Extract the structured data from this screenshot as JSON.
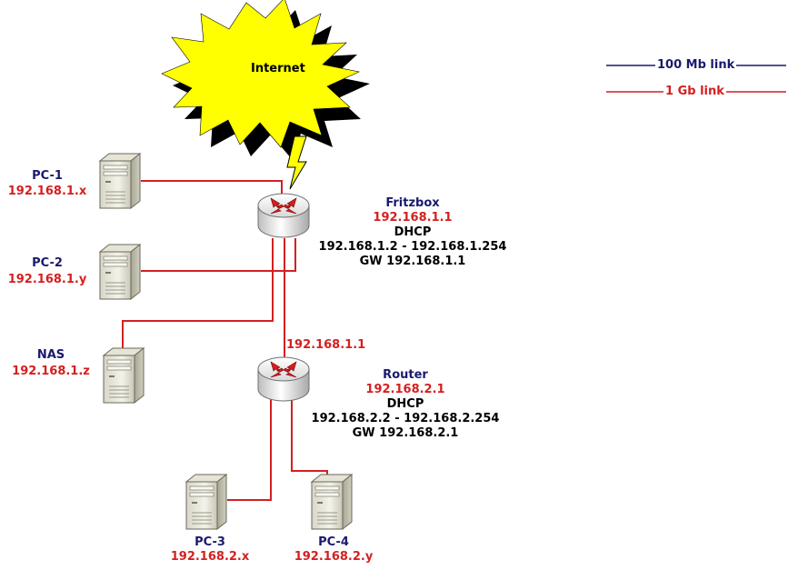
{
  "internet": {
    "label": "Internet"
  },
  "legend": [
    {
      "label": "100 Mb link",
      "color": "#1a1a6e"
    },
    {
      "label": "1 Gb link",
      "color": "#d42020"
    }
  ],
  "devices": {
    "pc1": {
      "name": "PC-1",
      "ip": "192.168.1.x"
    },
    "pc2": {
      "name": "PC-2",
      "ip": "192.168.1.y"
    },
    "nas": {
      "name": "NAS",
      "ip": "192.168.1.z"
    },
    "pc3": {
      "name": "PC-3",
      "ip": "192.168.2.x"
    },
    "pc4": {
      "name": "PC-4",
      "ip": "192.168.2.y"
    }
  },
  "fritzbox": {
    "name": "Fritzbox",
    "ip": "192.168.1.1",
    "dhcp": "DHCP",
    "range": "192.168.1.2 - 192.168.1.254",
    "gw": "GW 192.168.1.1"
  },
  "router": {
    "wan_ip": "192.168.1.1",
    "name": "Router",
    "ip": "192.168.2.1",
    "dhcp": "DHCP",
    "range": "192.168.2.2 - 192.168.2.254",
    "gw": "GW 192.168.2.1"
  },
  "colors": {
    "gigabit": "#d42020",
    "megabit": "#1a1a6e",
    "burst": "#ffff00"
  },
  "icons": {
    "computer": "tower-pc-icon",
    "router": "router-icon",
    "cloud": "internet-burst-icon",
    "lightning": "lightning-icon"
  }
}
